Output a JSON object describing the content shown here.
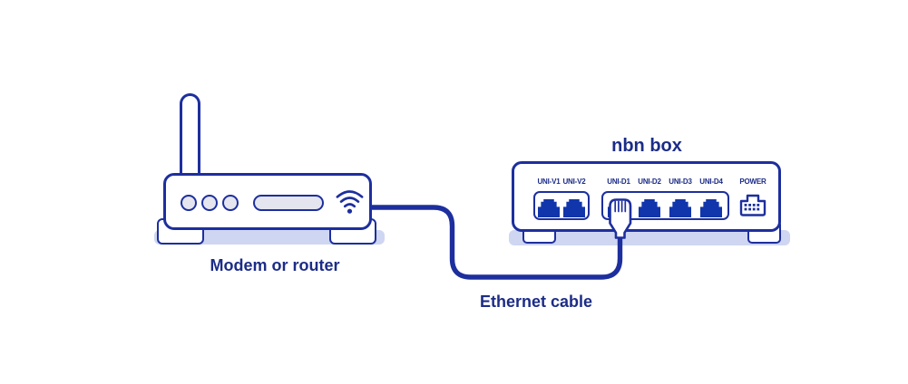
{
  "modem": {
    "label": "Modem or router"
  },
  "nbn_box": {
    "title": "nbn box",
    "port_labels": [
      "UNI-V1",
      "UNI-V2",
      "UNI-D1",
      "UNI-D2",
      "UNI-D3",
      "UNI-D4"
    ],
    "power_label": "POWER"
  },
  "cable": {
    "label": "Ethernet cable"
  },
  "icons": {
    "wifi": "wifi-icon",
    "power_connector": "power-connector-icon",
    "ethernet_plug": "ethernet-plug-icon"
  },
  "colors": {
    "outline_blue": "#1d2f9e",
    "solid_blue": "#1136ab",
    "text_navy": "#1c2c87",
    "shadow_lavender": "#ced6f2",
    "panel_gray": "#e4e5ee",
    "background": "#ffffff"
  }
}
